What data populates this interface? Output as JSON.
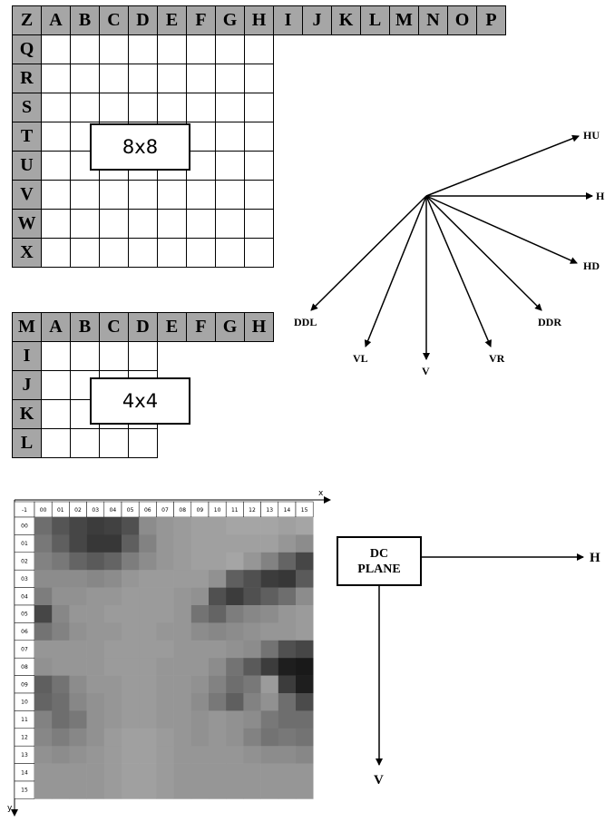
{
  "grid8": {
    "corner": "Z",
    "columns": [
      "A",
      "B",
      "C",
      "D",
      "E",
      "F",
      "G",
      "H",
      "I",
      "J",
      "K",
      "L",
      "M",
      "N",
      "O",
      "P"
    ],
    "rows": [
      "Q",
      "R",
      "S",
      "T",
      "U",
      "V",
      "W",
      "X"
    ],
    "block_label": "8x8"
  },
  "grid4": {
    "corner": "M",
    "columns": [
      "A",
      "B",
      "C",
      "D",
      "E",
      "F",
      "G",
      "H"
    ],
    "rows": [
      "I",
      "J",
      "K",
      "L"
    ],
    "block_label": "4x4"
  },
  "directions": {
    "labels": [
      {
        "key": "hu",
        "text": "HU"
      },
      {
        "key": "h",
        "text": "H"
      },
      {
        "key": "hd",
        "text": "HD"
      },
      {
        "key": "ddr",
        "text": "DDR"
      },
      {
        "key": "vr",
        "text": "VR"
      },
      {
        "key": "v",
        "text": "V"
      },
      {
        "key": "vl",
        "text": "VL"
      },
      {
        "key": "ddl",
        "text": "DDL"
      }
    ]
  },
  "dc_plane": {
    "line1": "DC",
    "line2": "PLANE",
    "h_label": "H",
    "v_label": "V"
  },
  "heatmap": {
    "x_axis": "x",
    "y_axis": "y",
    "corner": "-1",
    "col_labels": [
      "00",
      "01",
      "02",
      "03",
      "04",
      "05",
      "06",
      "07",
      "08",
      "09",
      "10",
      "11",
      "12",
      "13",
      "14",
      "15"
    ],
    "row_labels": [
      "00",
      "01",
      "02",
      "03",
      "04",
      "05",
      "06",
      "07",
      "08",
      "09",
      "10",
      "11",
      "12",
      "13",
      "14",
      "15"
    ],
    "gray_levels": [
      [
        110,
        85,
        70,
        60,
        65,
        80,
        140,
        150,
        155,
        160,
        160,
        165,
        165,
        165,
        160,
        165
      ],
      [
        120,
        95,
        70,
        55,
        55,
        95,
        130,
        150,
        155,
        160,
        160,
        160,
        160,
        160,
        150,
        140
      ],
      [
        130,
        120,
        100,
        90,
        100,
        125,
        140,
        150,
        155,
        160,
        160,
        165,
        150,
        130,
        100,
        70
      ],
      [
        140,
        140,
        140,
        135,
        140,
        150,
        155,
        155,
        155,
        155,
        145,
        95,
        80,
        60,
        55,
        90
      ],
      [
        125,
        145,
        145,
        150,
        150,
        155,
        155,
        155,
        150,
        145,
        80,
        60,
        80,
        95,
        110,
        140
      ],
      [
        70,
        135,
        150,
        150,
        155,
        155,
        155,
        155,
        150,
        115,
        100,
        125,
        135,
        140,
        150,
        155
      ],
      [
        115,
        130,
        145,
        150,
        150,
        155,
        155,
        150,
        150,
        140,
        135,
        140,
        145,
        150,
        150,
        155
      ],
      [
        150,
        150,
        150,
        150,
        155,
        155,
        155,
        155,
        150,
        150,
        150,
        145,
        140,
        115,
        80,
        70
      ],
      [
        145,
        150,
        150,
        150,
        155,
        155,
        155,
        150,
        150,
        150,
        140,
        115,
        90,
        60,
        30,
        25
      ],
      [
        95,
        115,
        140,
        150,
        150,
        155,
        155,
        150,
        150,
        145,
        130,
        110,
        120,
        155,
        60,
        30
      ],
      [
        100,
        110,
        135,
        145,
        150,
        155,
        155,
        150,
        150,
        140,
        120,
        95,
        130,
        145,
        110,
        75
      ],
      [
        130,
        110,
        120,
        145,
        150,
        155,
        155,
        150,
        150,
        145,
        150,
        145,
        140,
        120,
        110,
        110
      ],
      [
        135,
        125,
        135,
        145,
        155,
        160,
        160,
        155,
        150,
        145,
        150,
        145,
        130,
        115,
        120,
        115
      ],
      [
        145,
        140,
        145,
        150,
        155,
        160,
        160,
        155,
        150,
        150,
        150,
        150,
        145,
        140,
        140,
        135
      ],
      [
        150,
        150,
        150,
        150,
        155,
        160,
        160,
        155,
        150,
        150,
        150,
        150,
        150,
        150,
        150,
        150
      ],
      [
        150,
        150,
        150,
        150,
        155,
        160,
        160,
        155,
        150,
        150,
        150,
        150,
        150,
        150,
        150,
        150
      ]
    ]
  }
}
